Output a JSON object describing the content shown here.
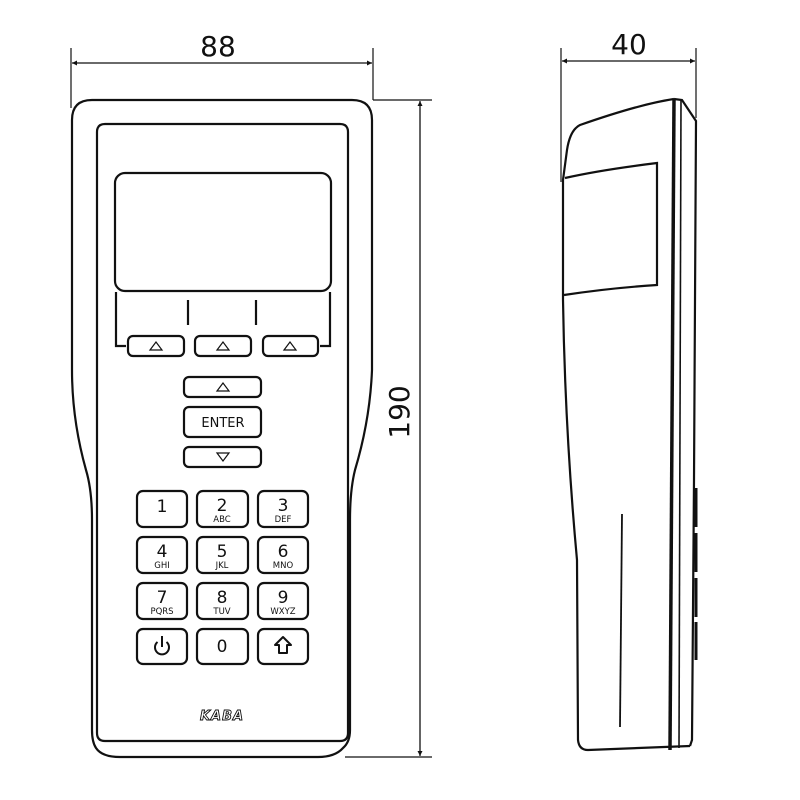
{
  "drawing": {
    "title": "Handheld terminal dimension drawing",
    "units": "mm",
    "front_view": {
      "width_dimension": "88",
      "height_dimension": "190"
    },
    "side_view": {
      "depth_dimension": "40"
    }
  },
  "device": {
    "brand_logo": "KABA",
    "softkeys": [
      {
        "icon": "triangle-up-icon"
      },
      {
        "icon": "triangle-up-icon"
      },
      {
        "icon": "triangle-up-icon"
      }
    ],
    "nav": {
      "up_icon": "triangle-up-icon",
      "enter_label": "ENTER",
      "down_icon": "triangle-down-icon"
    },
    "keypad": [
      {
        "num": "1",
        "letters": ""
      },
      {
        "num": "2",
        "letters": "ABC"
      },
      {
        "num": "3",
        "letters": "DEF"
      },
      {
        "num": "4",
        "letters": "GHI"
      },
      {
        "num": "5",
        "letters": "JKL"
      },
      {
        "num": "6",
        "letters": "MNO"
      },
      {
        "num": "7",
        "letters": "PQRS"
      },
      {
        "num": "8",
        "letters": "TUV"
      },
      {
        "num": "9",
        "letters": "WXYZ"
      },
      {
        "num": "",
        "letters": "",
        "icon": "power-icon"
      },
      {
        "num": "0",
        "letters": ""
      },
      {
        "num": "",
        "letters": "",
        "icon": "home-icon"
      }
    ]
  }
}
